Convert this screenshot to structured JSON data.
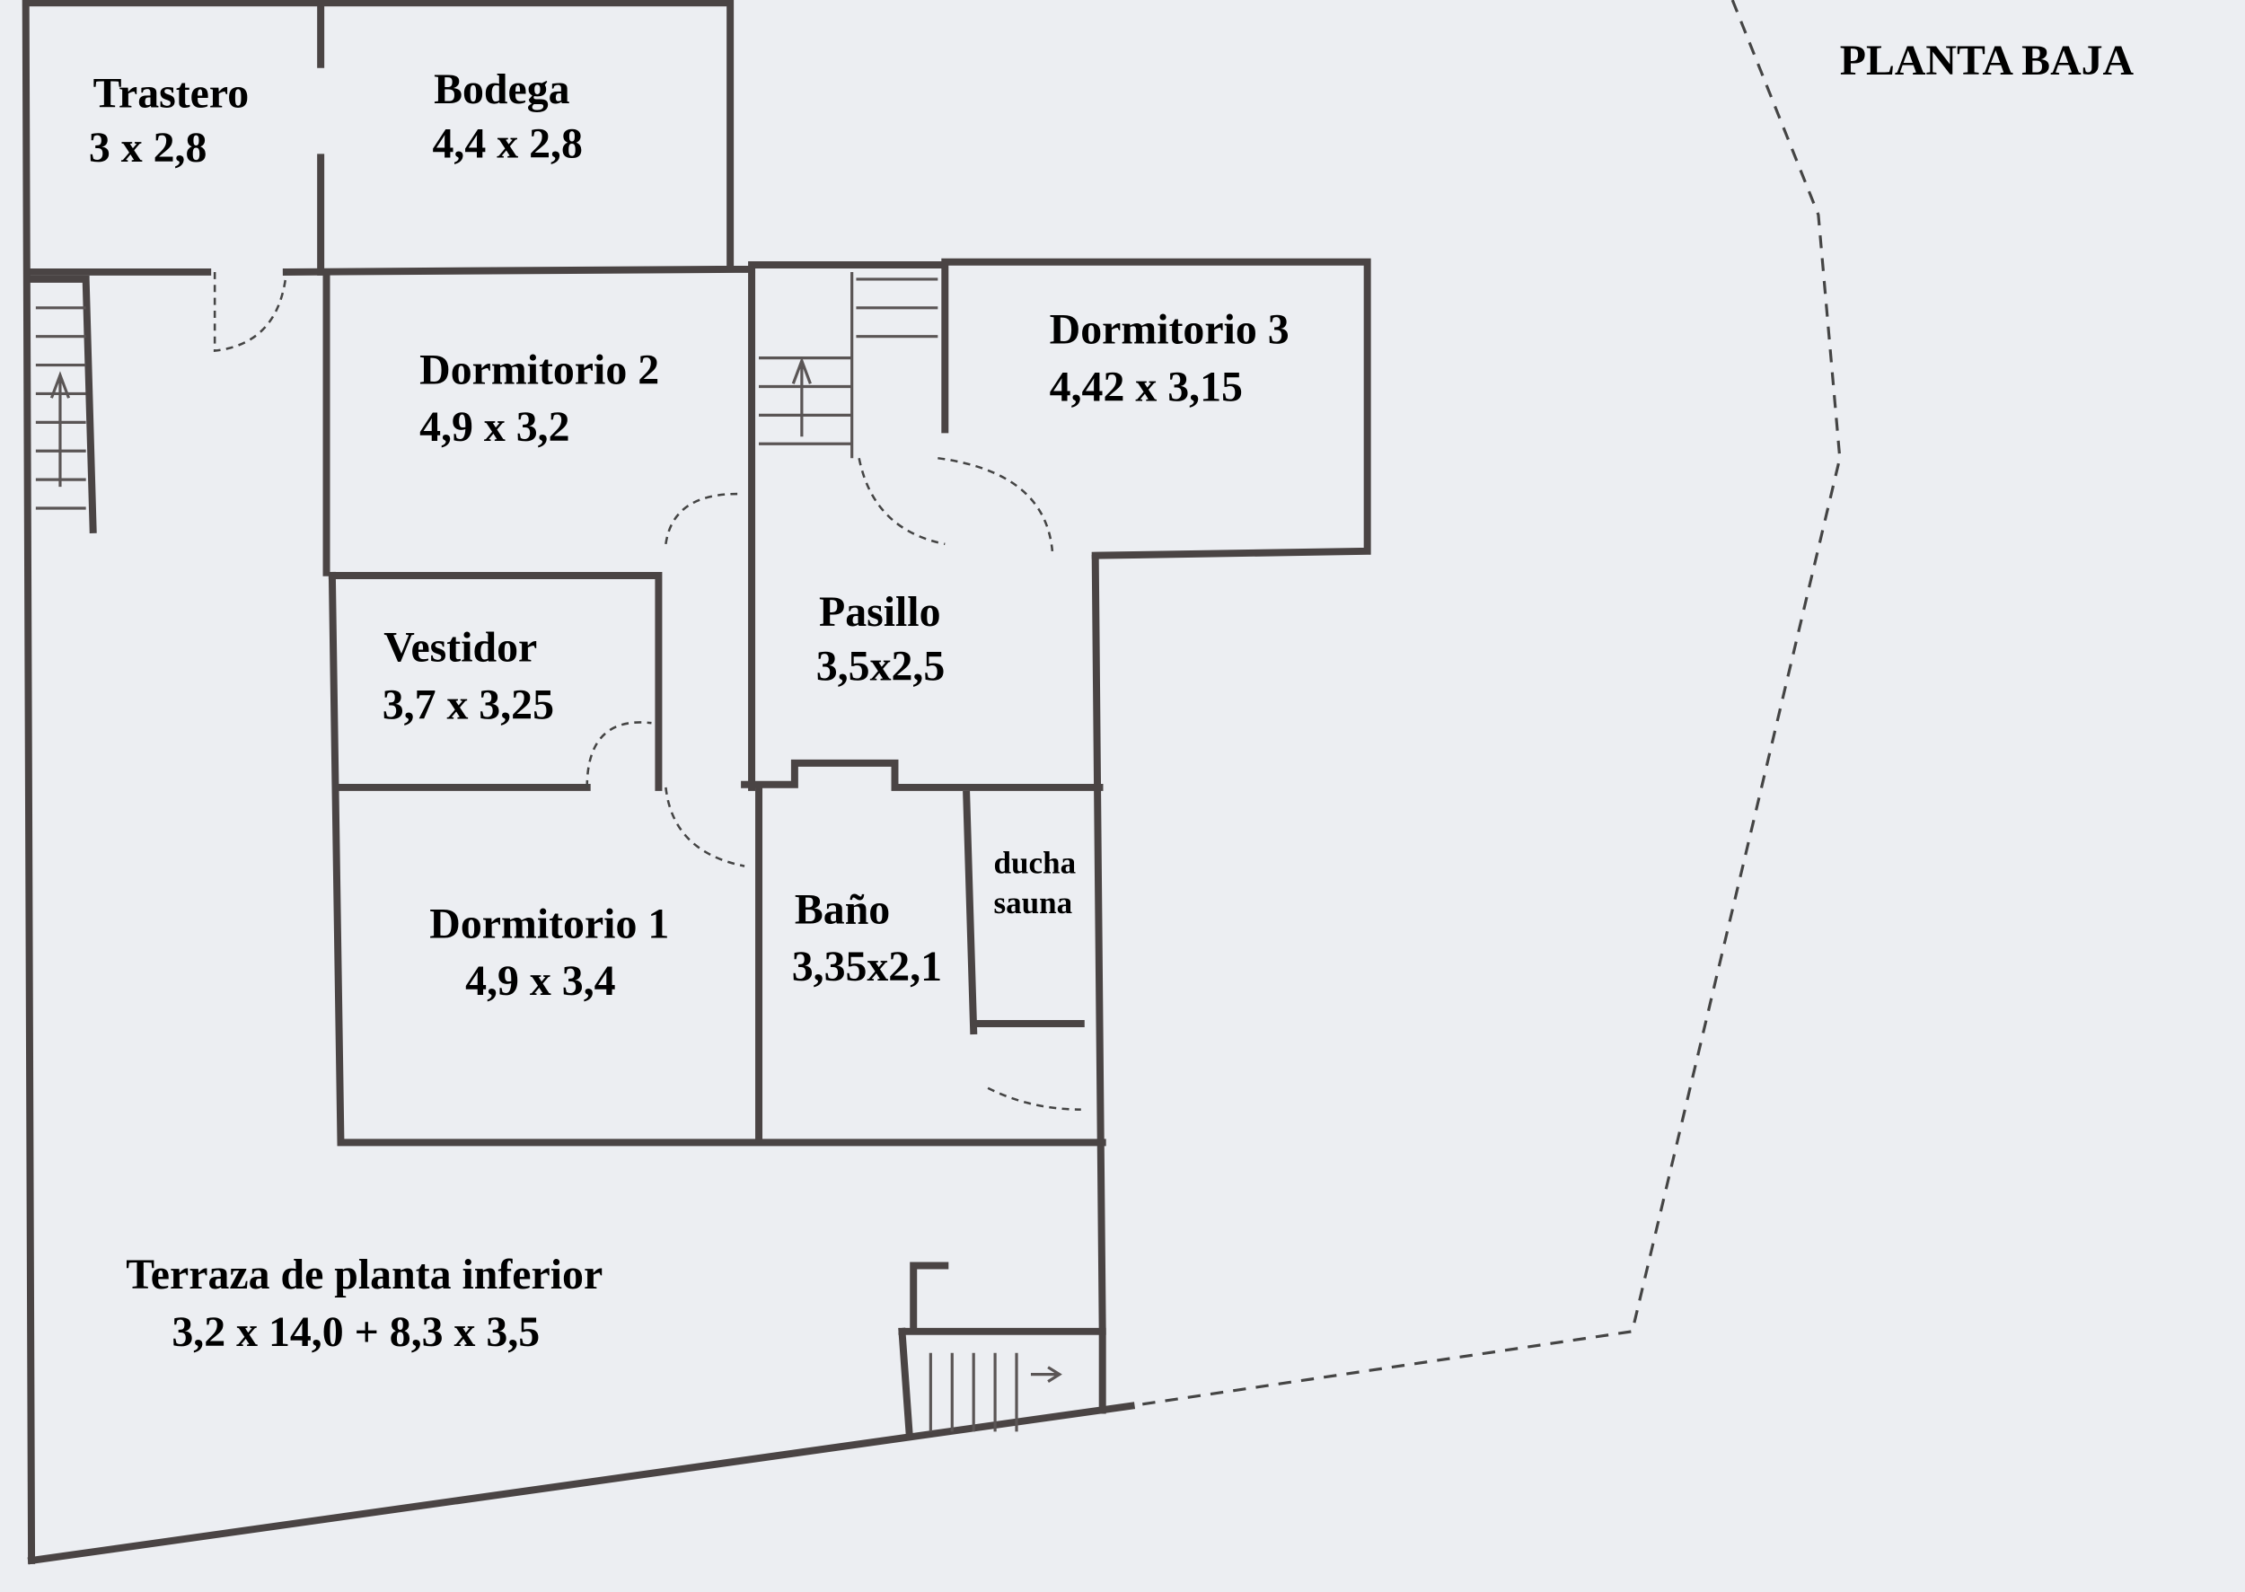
{
  "title": "PLANTA BAJA",
  "rooms": {
    "trastero": {
      "name": "Trastero",
      "size": "3 x 2,8"
    },
    "bodega": {
      "name": "Bodega",
      "size": "4,4 x 2,8"
    },
    "dormitorio2": {
      "name": "Dormitorio 2",
      "size": "4,9 x 3,2"
    },
    "dormitorio3": {
      "name": "Dormitorio 3",
      "size": "4,42 x 3,15"
    },
    "pasillo": {
      "name": "Pasillo",
      "size": "3,5x2,5"
    },
    "vestidor": {
      "name": "Vestidor",
      "size": "3,7 x 3,25"
    },
    "ducha": {
      "line1": "ducha",
      "line2": "sauna"
    },
    "bano": {
      "name": "Baño",
      "size": "3,35x2,1"
    },
    "dormitorio1": {
      "name": "Dormitorio 1",
      "size": "4,9 x 3,4"
    },
    "terraza": {
      "name": "Terraza de planta inferior",
      "size": "3,2 x 14,0 + 8,3 x 3,5"
    }
  }
}
